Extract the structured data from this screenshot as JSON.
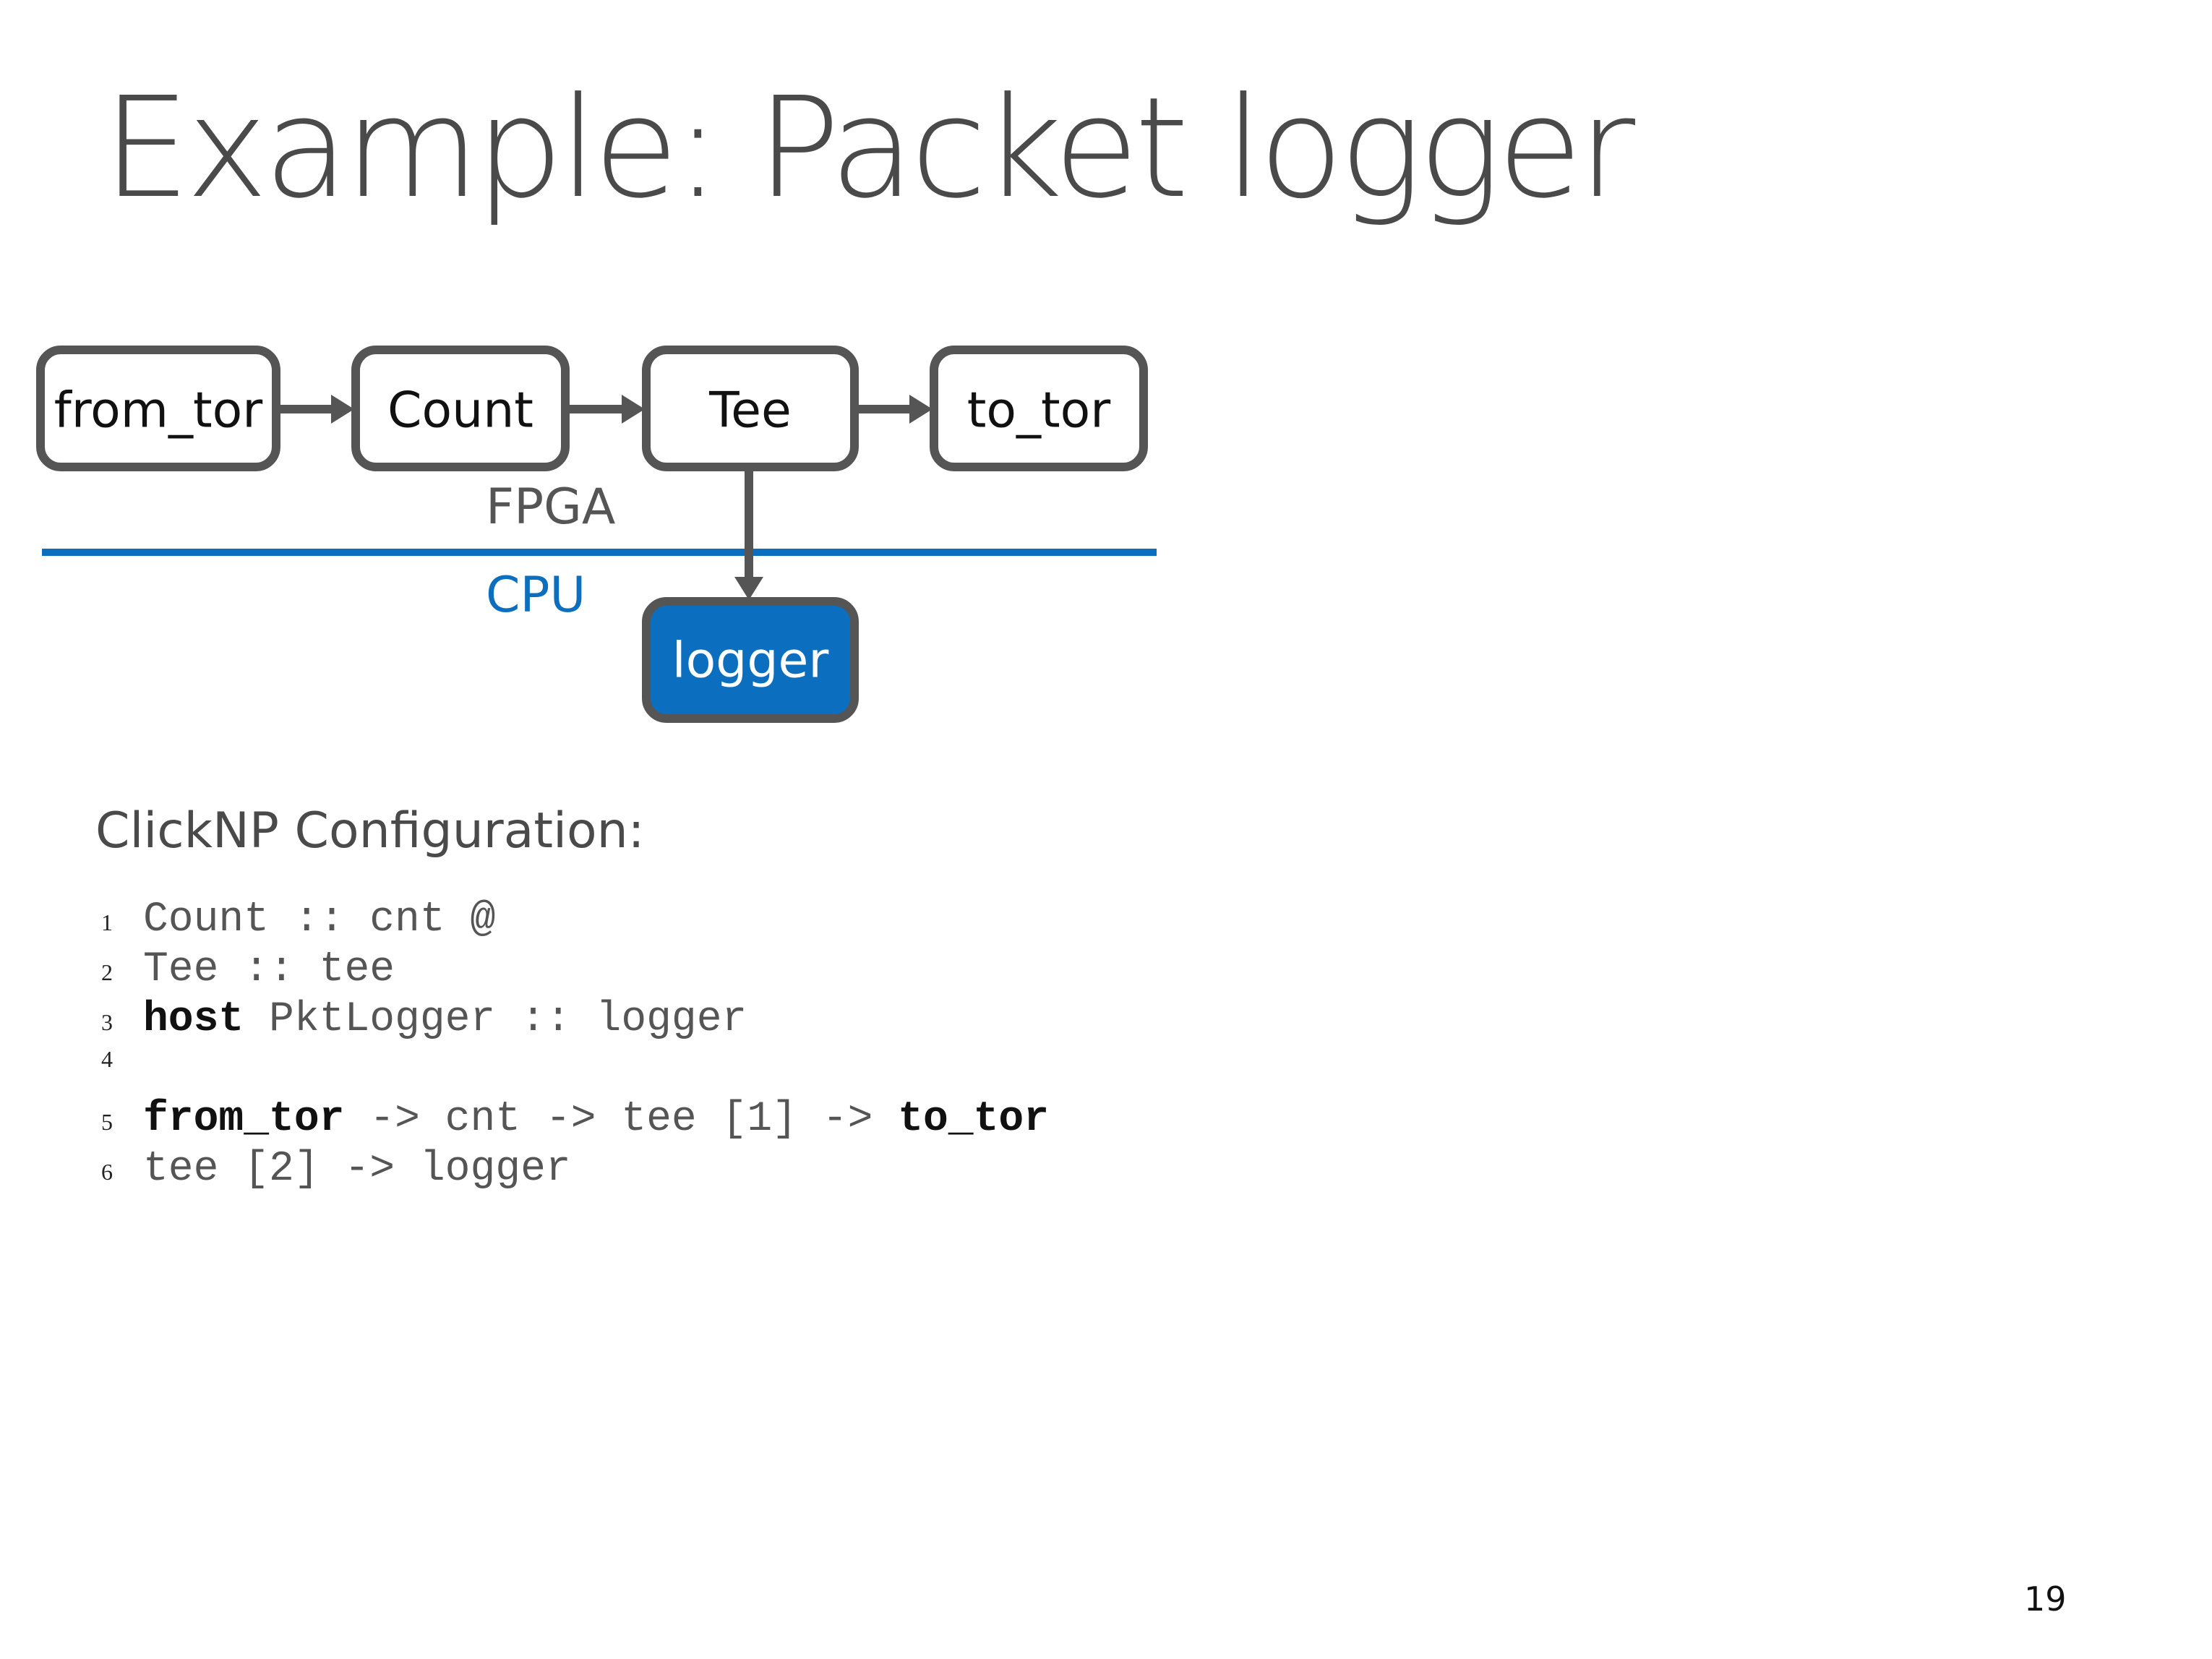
{
  "slide": {
    "title": "Example: Packet logger",
    "page_number": "19"
  },
  "diagram": {
    "nodes": {
      "from_tor": "from_tor",
      "count": "Count",
      "tee": "Tee",
      "to_tor": "to_tor",
      "logger": "logger"
    },
    "regions": {
      "fpga": "FPGA",
      "cpu": "CPU"
    },
    "edges": [
      {
        "from": "from_tor",
        "to": "Count"
      },
      {
        "from": "Count",
        "to": "Tee"
      },
      {
        "from": "Tee",
        "to": "to_tor"
      },
      {
        "from": "Tee",
        "to": "logger"
      }
    ],
    "colors": {
      "cpu_accent": "#0c6ebe",
      "box_border": "#555555"
    }
  },
  "config": {
    "heading": "ClickNP Configuration:",
    "lines": [
      {
        "no": "1",
        "segments": [
          {
            "text": "Count :: cnt @",
            "bold": false
          }
        ]
      },
      {
        "no": "2",
        "segments": [
          {
            "text": "Tee :: tee",
            "bold": false
          }
        ]
      },
      {
        "no": "3",
        "segments": [
          {
            "text": "host",
            "bold": true
          },
          {
            "text": " PktLogger :: logger",
            "bold": false
          }
        ]
      },
      {
        "no": "4",
        "segments": []
      },
      {
        "no": "5",
        "segments": [
          {
            "text": "from_tor",
            "bold": true
          },
          {
            "text": " -> cnt -> tee [1] -> ",
            "bold": false
          },
          {
            "text": "to_tor",
            "bold": true
          }
        ]
      },
      {
        "no": "6",
        "segments": [
          {
            "text": "tee [2] -> logger",
            "bold": false
          }
        ]
      }
    ]
  }
}
